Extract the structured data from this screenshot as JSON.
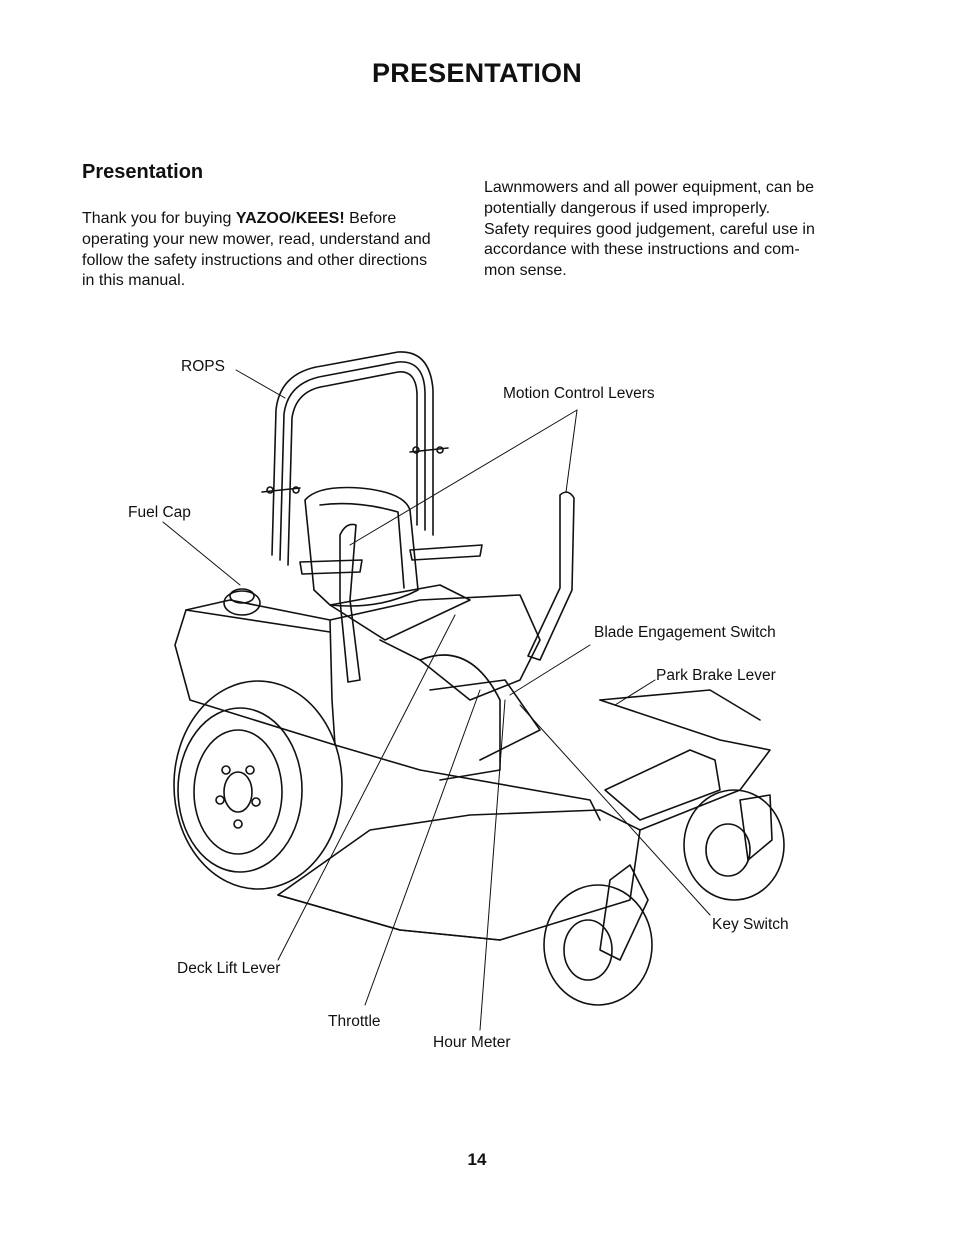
{
  "page": {
    "title": "PRESENTATION",
    "page_number": "14"
  },
  "section": {
    "heading": "Presentation",
    "left_paragraph": {
      "before": "Thank you for buying ",
      "brand": "YAZOO/KEES!",
      "after": " Before operating your new mower, read, understand and follow the safety instructions and other directions in this manual."
    },
    "right_paragraph": [
      "Lawnmowers and all power equipment, can be",
      "potentially dangerous if used improperly.",
      "Safety requires good judgement, careful use in",
      "accordance with these instructions and com-",
      "mon sense."
    ]
  },
  "diagram": {
    "labels": {
      "rops": "ROPS",
      "motion_control_levers": "Motion Control Levers",
      "fuel_cap": "Fuel Cap",
      "blade_engagement_switch": "Blade Engagement Switch",
      "park_brake_lever": "Park Brake Lever",
      "key_switch": "Key Switch",
      "deck_lift_lever": "Deck Lift Lever",
      "throttle": "Throttle",
      "hour_meter": "Hour Meter"
    }
  }
}
